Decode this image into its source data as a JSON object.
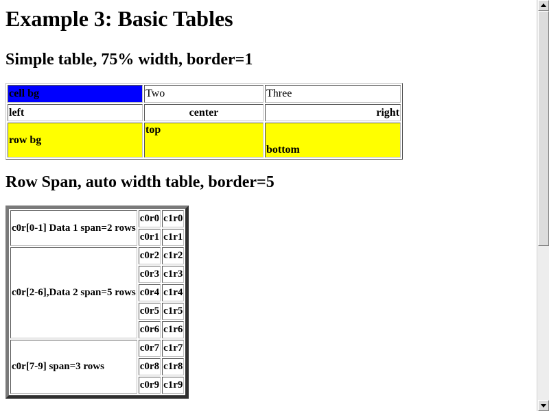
{
  "page": {
    "title": "Example 3: Basic Tables"
  },
  "simple_section": {
    "title": "Simple table, 75% width, border=1",
    "table": {
      "rows": [
        [
          "cell bg",
          "Two",
          "Three"
        ],
        [
          "left",
          "center",
          "right"
        ],
        [
          "row bg",
          "top",
          "bottom"
        ]
      ],
      "colors": {
        "cell_bg": "#0000ff",
        "row_bg": "#ffff00"
      }
    }
  },
  "rowspan_section": {
    "title": "Row Span, auto width table, border=5",
    "table": {
      "span_cells": [
        "c0r[0-1] Data 1 span=2 rows",
        "c0r[2-6],Data 2 span=5 rows",
        "c0r[7-9] span=3 rows"
      ],
      "rows": [
        [
          "c0r0",
          "c1r0"
        ],
        [
          "c0r1",
          "c1r1"
        ],
        [
          "c0r2",
          "c1r2"
        ],
        [
          "c0r3",
          "c1r3"
        ],
        [
          "c0r4",
          "c1r4"
        ],
        [
          "c0r5",
          "c1r5"
        ],
        [
          "c0r6",
          "c1r6"
        ],
        [
          "c0r7",
          "c1r7"
        ],
        [
          "c0r8",
          "c1r8"
        ],
        [
          "c0r9",
          "c1r9"
        ]
      ]
    }
  },
  "scrollbar": {
    "up_icon": "arrow-up-icon",
    "down_icon": "arrow-down-icon"
  }
}
